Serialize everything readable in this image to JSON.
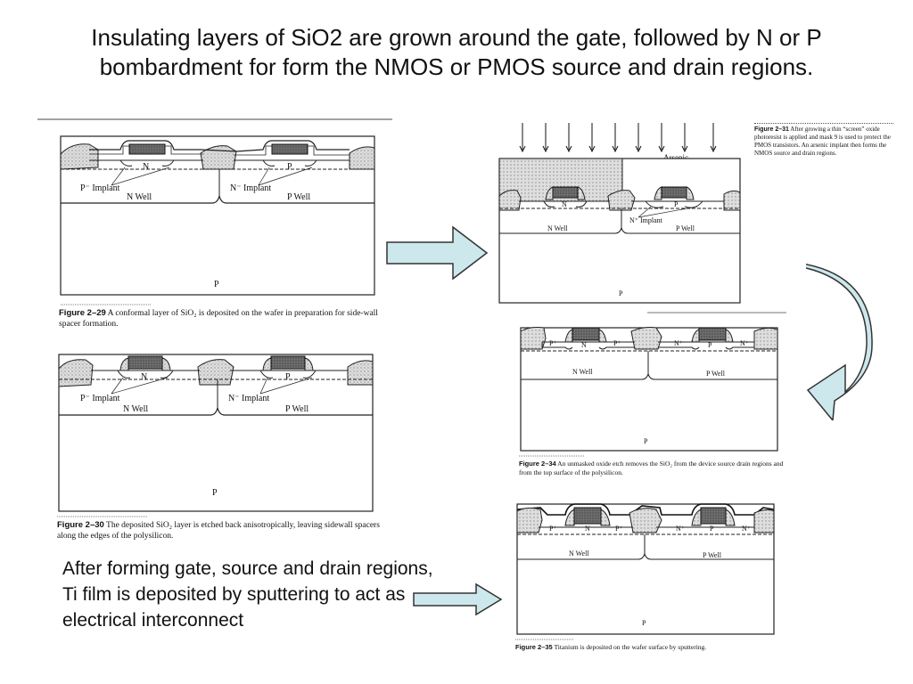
{
  "slide": {
    "title_line1": "Insulating layers of SiO2 are grown around the gate, followed by N or P",
    "title_line2": "bombardment for form the NMOS or PMOS source and drain regions.",
    "body_text": "After forming gate, source and drain regions, Ti film is deposited by sputtering to act as electrical interconnect"
  },
  "figures": {
    "fig29": {
      "caption_label": "Figure 2–29",
      "caption_text": "A conformal layer of SiO₂ is deposited on the wafer in preparation for side-wall spacer formation.",
      "implant_left": "P⁻ Implant",
      "implant_right": "N⁻ Implant",
      "well_left": "N Well",
      "well_right": "P Well",
      "n_label": "N",
      "p_label": "P",
      "substrate": "P"
    },
    "fig30": {
      "caption_label": "Figure 2–30",
      "caption_text": "The deposited SiO₂ layer is etched back anisotropically, leaving sidewall spacers along the edges of the polysilicon.",
      "implant_left": "P⁻ Implant",
      "implant_right": "N⁻ Implant",
      "well_left": "N Well",
      "well_right": "P Well",
      "n_label": "N",
      "p_label": "P",
      "substrate": "P"
    },
    "fig31": {
      "caption_label": "Figure 2–31",
      "caption_text": "After growing a thin “screen” oxide photoresist is applied and mask 9 is used to protect the PMOS transistors. An arsenic implant then forms the NMOS source and drain regions.",
      "arsenic": "Arsenic",
      "implant": "N⁺ Implant",
      "well_left": "N Well",
      "well_right": "P Well",
      "n_label": "N",
      "p_label": "P",
      "substrate": "P"
    },
    "fig34": {
      "caption_label": "Figure 2–34",
      "caption_text": "An unmasked oxide etch removes the SiO₂ from the device source drain regions and from the top surface of the polysilicon.",
      "pplus": "P⁺",
      "nplus": "N⁺",
      "well_left": "N Well",
      "well_right": "P Well",
      "n_label": "N",
      "p_label": "P",
      "substrate": "P"
    },
    "fig35": {
      "caption_label": "Figure 2–35",
      "caption_text": "Titanium is deposited on the wafer surface by sputtering.",
      "pplus": "P⁺",
      "nplus": "N⁺",
      "well_left": "N Well",
      "well_right": "P Well",
      "n_label": "N",
      "p_label": "P",
      "substrate": "P"
    }
  },
  "colors": {
    "arrow_fill": "#cde8ec",
    "arrow_stroke": "#333333",
    "gate_fill": "#3a3a3a",
    "stipple": "#d9d9d9"
  }
}
